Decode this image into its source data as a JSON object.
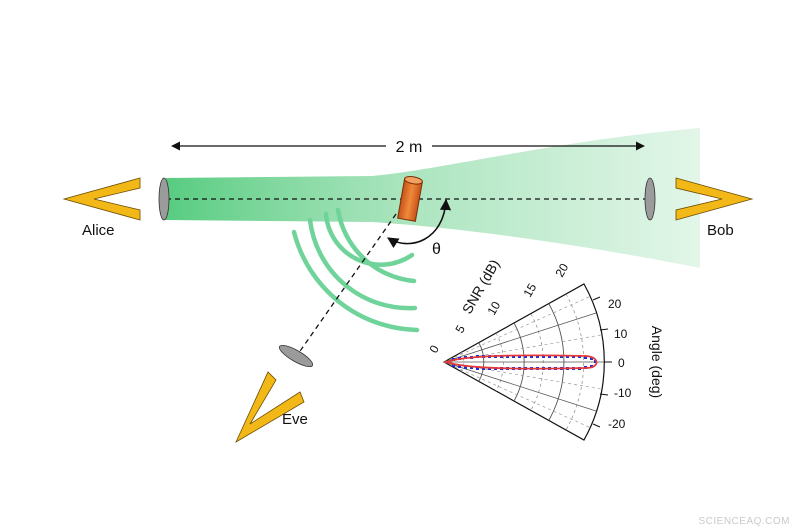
{
  "labels": {
    "alice": "Alice",
    "bob": "Bob",
    "eve": "Eve",
    "distance": "2 m",
    "theta": "θ",
    "watermark": "SCIENCEAQ.COM"
  },
  "polar_inset": {
    "radial_axis_label": "SNR (dB)",
    "radial_ticks": [
      "0",
      "5",
      "10",
      "15",
      "20"
    ],
    "angle_axis_label": "Angle (deg)",
    "angle_ticks": [
      "20",
      "10",
      "0",
      "-10",
      "-20"
    ]
  },
  "colors": {
    "beam_green": "#5ccf82",
    "wave_green": "#6fd39a",
    "ray_orange": "#e86a26",
    "antenna_yellow": "#f2b818",
    "mirror_gray": "#9b9b9b",
    "curve_blue": "#1c2fd6",
    "curve_red": "#e43a3a"
  }
}
